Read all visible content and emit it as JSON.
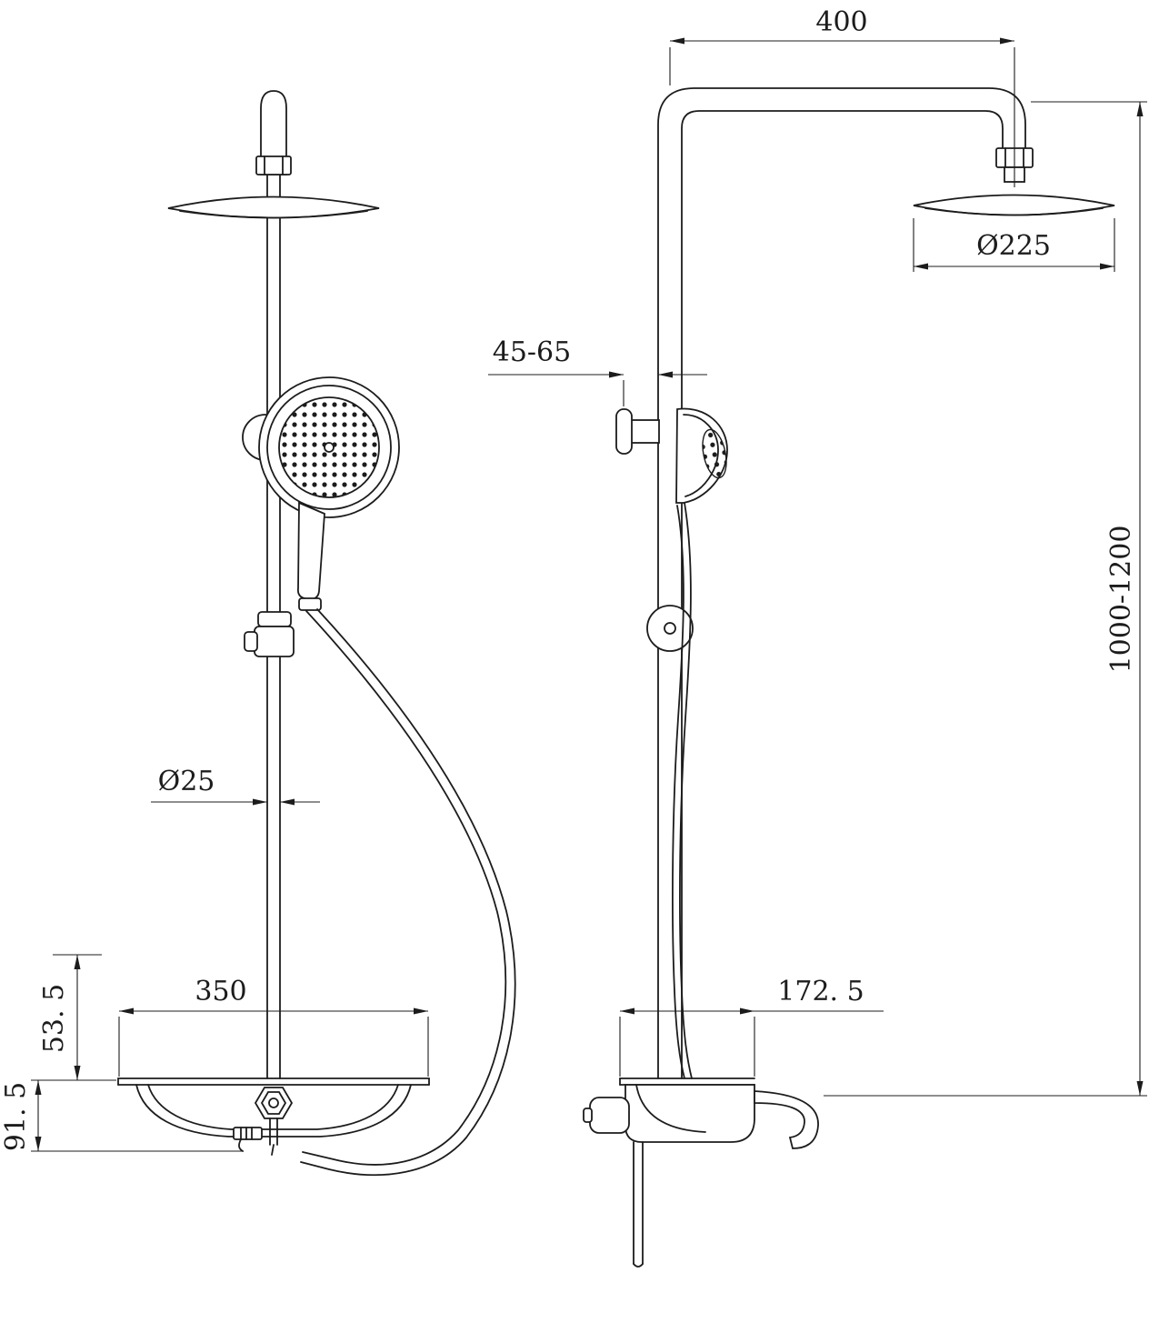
{
  "drawing_type": "shower-column-technical-drawing",
  "colors": {
    "line": "#1c1c1c",
    "background": "#ffffff"
  },
  "dims": {
    "arm_length": "400",
    "head_diameter": "Ø225",
    "wall_clearance": "45-65",
    "column_height": "1000-1200",
    "pipe_diameter": "Ø25",
    "shelf_width": "350",
    "shelf_height": "53. 5",
    "base_height": "91. 5",
    "shelf_depth": "172. 5"
  }
}
